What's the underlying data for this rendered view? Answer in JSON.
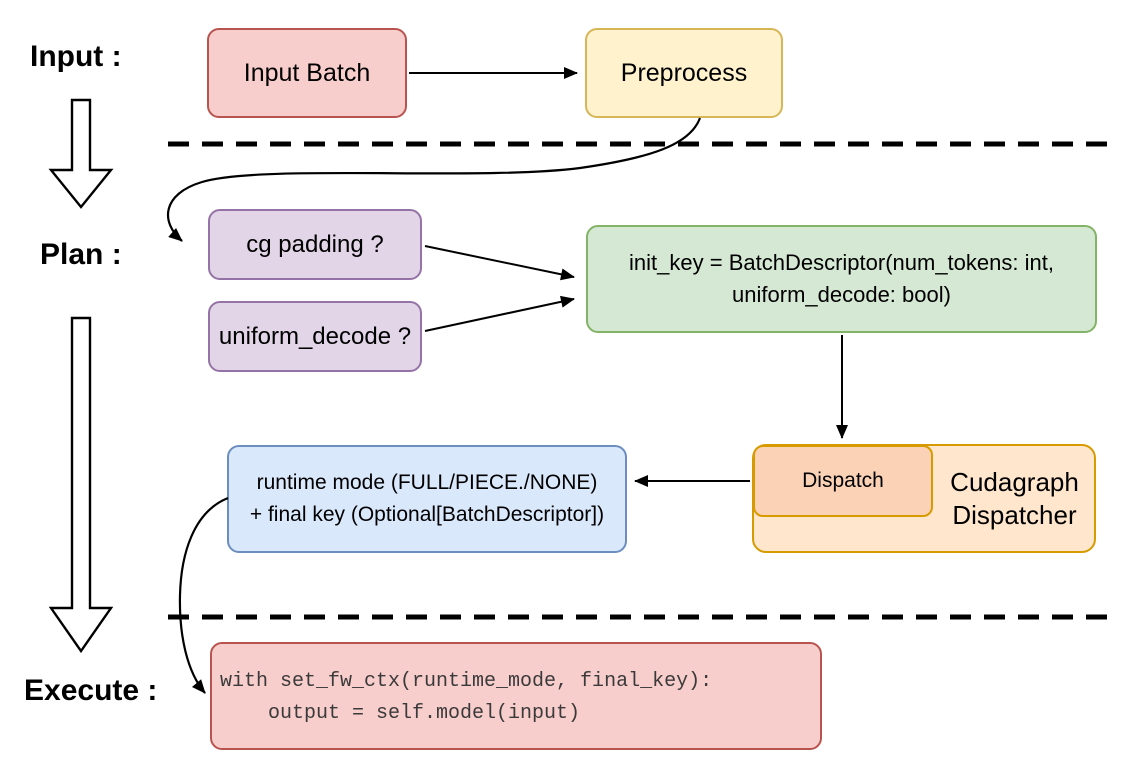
{
  "stages": {
    "input": {
      "label": "Input :"
    },
    "plan": {
      "label": "Plan :"
    },
    "execute": {
      "label": "Execute :"
    }
  },
  "nodes": {
    "input_batch": {
      "label": "Input Batch"
    },
    "preprocess": {
      "label": "Preprocess"
    },
    "cg_padding": {
      "label": "cg padding ?"
    },
    "uniform_decode": {
      "label": "uniform_decode ?"
    },
    "init_key": {
      "line1": "init_key = BatchDescriptor(num_tokens: int,",
      "line2": "uniform_decode: bool)"
    },
    "runtime_mode": {
      "line1": "runtime mode (FULL/PIECE./NONE)",
      "line2": "+ final key (Optional[BatchDescriptor])"
    },
    "dispatch": {
      "label": "Dispatch"
    },
    "cudagraph_dispatcher": {
      "line1": "Cudagraph",
      "line2": "Dispatcher"
    },
    "execute_code": {
      "line1": "with set_fw_ctx(runtime_mode, final_key):",
      "line2": "    output = self.model(input)"
    }
  },
  "colors": {
    "background": "#ffffff",
    "pink_fill": "#f8cecc",
    "pink_stroke": "#b85450",
    "yellow_fill": "#fff2cc",
    "yellow_stroke": "#d6b656",
    "purple_fill": "#e1d5e7",
    "purple_stroke": "#9673a6",
    "green_fill": "#d5e8d4",
    "green_stroke": "#82b366",
    "blue_fill": "#dae8fc",
    "blue_stroke": "#6c8ebf",
    "orange_fill": "#ffe6cc",
    "orange_stroke": "#d79b00",
    "dispatch_fill": "#fbd2b5",
    "connector": "#000000",
    "code_text": "#3a3a3a"
  }
}
